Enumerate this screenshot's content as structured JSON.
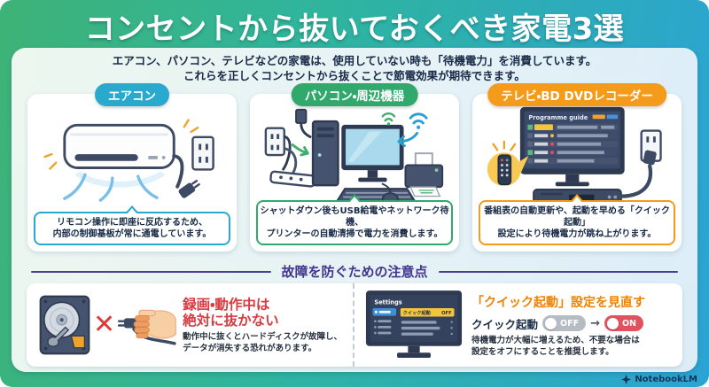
{
  "title": "コンセントから抜いておくべき家電3選",
  "subtitle": {
    "line1": "エアコン、パソコン、テレビなどの家電は、使用していない時も「待機電力」を消費しています。",
    "line2": "これらを正しくコンセントから抜くことで節電効果が期待できます。"
  },
  "cards": [
    {
      "label": "エアコン",
      "caption_line1": "リモコン操作に即座に反応するため、",
      "caption_line2": "内部の制御基板が常に通電しています。",
      "accent": "#2aa9cf"
    },
    {
      "label": "パソコン・周辺機器",
      "caption_line1": "シャットダウン後もUSB給電やネットワーク待機、",
      "caption_line2": "プリンターの自動清掃で電力を消費します。",
      "accent": "#31a96d"
    },
    {
      "label": "テレビ・BD DVDレコーダー",
      "caption_line1": "番組表の自動更新や、起動を早める「クイック起動」",
      "caption_line2": "設定により待機電力が跳ね上がります。",
      "accent": "#f49b1b",
      "tv_screen_title": "Programme guide"
    }
  ],
  "notes_section": {
    "heading": "故障を防ぐための注意点",
    "left": {
      "x_mark": "✕",
      "title_line1": "録画・動作中は",
      "title_line2": "絶対に抜かない",
      "desc_line1": "動作中に抜くとハードディスクが故障し、",
      "desc_line2": "データが消失する恐れがあります。"
    },
    "right": {
      "title": "「クイック起動」設定を見直す",
      "toggle_label": "クイック起動",
      "toggle_off_label": "OFF",
      "toggle_arrow": "→",
      "toggle_on_label": "ON",
      "desc_line1": "待機電力が大幅に増えるため、不要な場合は",
      "desc_line2": "設定をオフにすることを推奨します。",
      "settings_screen": {
        "title": "Settings",
        "row_label": "クイック起動",
        "row_value": "OFF"
      }
    }
  },
  "watermark": "NotebookLM",
  "colors": {
    "background_gradient_left": "#3eb377",
    "background_gradient_right": "#2ba4d4",
    "card1_accent": "#2aa9cf",
    "card2_accent": "#31a96d",
    "card3_accent": "#f49b1b",
    "notes_heading_purple": "#43368c",
    "warning_red": "#d93a40",
    "quick_start_orange": "#ef8200",
    "toggle_off_gray": "#b6bcc4",
    "toggle_on_red": "#e2525e",
    "highlight_yellow": "#f2c53d"
  }
}
